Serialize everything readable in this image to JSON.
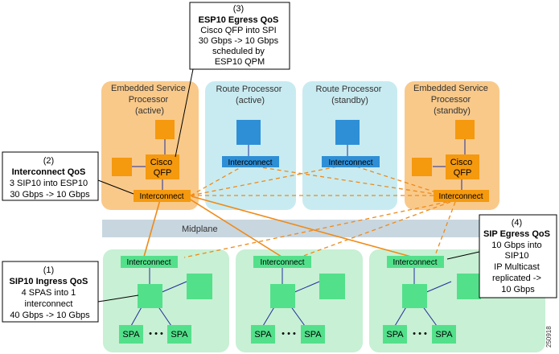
{
  "colors": {
    "esp_fill": "#f9c98a",
    "rp_fill": "#c8ebf1",
    "sip_fill": "#c8f0d4",
    "midplane_fill": "#c8d6df",
    "orange": "#f5990e",
    "blue": "#2e8fd6",
    "green": "#53e08b",
    "orange_line": "#ef8a17",
    "blue_line": "#1f2f9a"
  },
  "esp_active": {
    "title_lines": [
      "Embedded Service",
      "Processor",
      "(active)"
    ],
    "qfp_lines": [
      "Cisco",
      "QFP"
    ],
    "interconnect": "Interconnect"
  },
  "esp_standby": {
    "title_lines": [
      "Embedded Service",
      "Processor",
      "(standby)"
    ],
    "qfp_lines": [
      "Cisco",
      "QFP"
    ],
    "interconnect": "Interconnect"
  },
  "rp_active": {
    "title_lines": [
      "Route Processor",
      "(active)"
    ],
    "interconnect": "Interconnect"
  },
  "rp_standby": {
    "title_lines": [
      "Route Processor",
      "(standby)"
    ],
    "interconnect": "Interconnect"
  },
  "midplane": "Midplane",
  "sips": [
    {
      "interconnect": "Interconnect",
      "spa_left": "SPA",
      "dots": "• • •",
      "spa_right": "SPA"
    },
    {
      "interconnect": "Interconnect",
      "spa_left": "SPA",
      "dots": "• • •",
      "spa_right": "SPA"
    },
    {
      "interconnect": "Interconnect",
      "spa_left": "SPA",
      "dots": "• • •",
      "spa_right": "SPA"
    }
  ],
  "callouts": {
    "c1": {
      "num": "(1)",
      "title": "SIP10 Ingress QoS",
      "lines": [
        "4 SPAS into 1",
        "interconnect",
        "40 Gbps -> 10 Gbps"
      ]
    },
    "c2": {
      "num": "(2)",
      "title": "Interconnect QoS",
      "lines": [
        "3 SIP10 into ESP10",
        "30 Gbps -> 10 Gbps"
      ]
    },
    "c3": {
      "num": "(3)",
      "title": "ESP10 Egress QoS",
      "lines": [
        "Cisco QFP into SPI",
        "30 Gbps -> 10 Gbps",
        "scheduled by",
        "ESP10 QPM"
      ]
    },
    "c4": {
      "num": "(4)",
      "title": "SIP Egress QoS",
      "lines": [
        "10 Gbps into",
        "SIP10",
        "IP Multicast",
        "replicated ->",
        "10 Gbps"
      ]
    }
  },
  "figure_id": "250918"
}
